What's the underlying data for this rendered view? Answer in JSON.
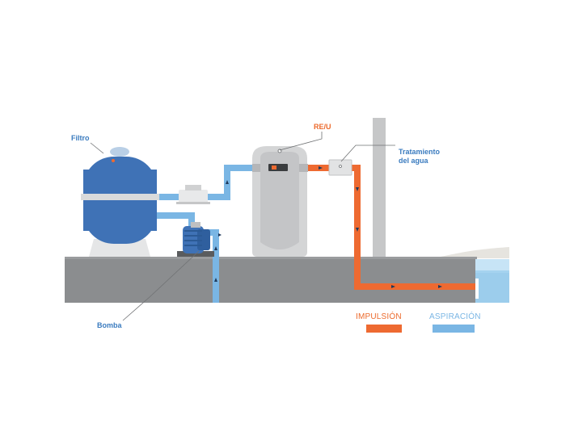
{
  "labels": {
    "filtro": "Filtro",
    "bomba": "Bomba",
    "reu": "RE/U",
    "tratamiento": "Tratamiento del agua"
  },
  "legend": {
    "impulsion": "IMPULSIÓN",
    "aspiracion": "ASPIRACIÓN"
  },
  "colors": {
    "impulsion": "#ee6a31",
    "aspiracion": "#7ab6e4",
    "label_blue": "#3a7bbf",
    "label_orange": "#ec6a2c",
    "ground": "#8b8d8f",
    "filter_tank": "#3f72b6",
    "pool_water": "#a5d3ef"
  },
  "icons": {
    "filter": "filter-tank-icon",
    "pump": "pump-icon",
    "heat_pump": "heat-pump-unit-icon",
    "treatment": "water-treatment-box-icon",
    "pool": "pool-icon"
  }
}
